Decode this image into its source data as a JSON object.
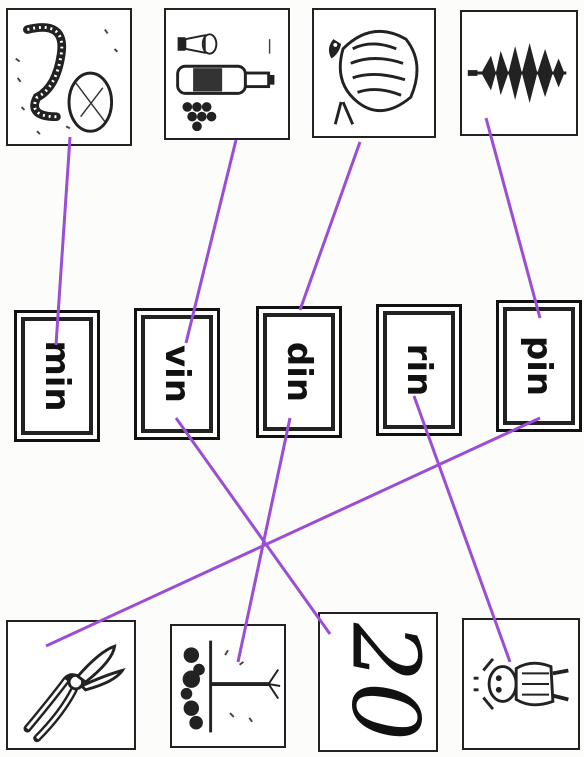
{
  "words": [
    "min",
    "vin",
    "din",
    "rin",
    "pin"
  ],
  "number_card": "20",
  "pictures_top": [
    "snake-and-rock-icon",
    "wine-bottle-and-grapes-icon",
    "turkey-icon",
    "pine-tree-icon"
  ],
  "pictures_bottom": [
    "pliers-icon",
    "forest-icon",
    "number-twenty-card",
    "cartoon-character-icon"
  ],
  "colors": {
    "match_line": "#9b4dd6",
    "border": "#111111"
  }
}
